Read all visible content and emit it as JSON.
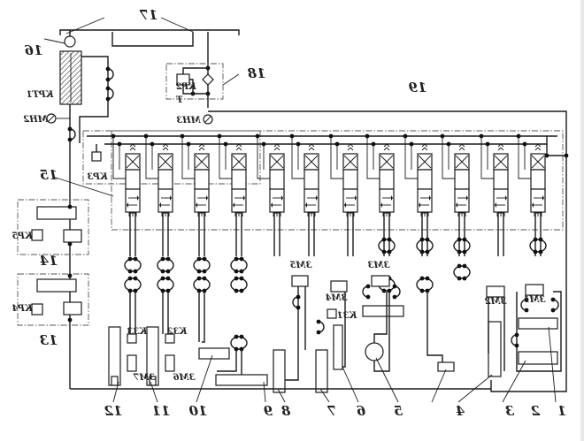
{
  "diagram": {
    "title": "Hydraulic circuit schematic (mirrored)",
    "mirrored": true,
    "callouts": [
      "1",
      "2",
      "3",
      "4",
      "5",
      "6",
      "7",
      "8",
      "9",
      "10",
      "11",
      "12",
      "13",
      "14",
      "15",
      "16",
      "17",
      "18",
      "19"
    ],
    "component_tags": {
      "KPT1": "KPT1",
      "KP2": "KP2",
      "KP3": "KP3",
      "KP4": "KP4",
      "KP5": "KP5",
      "MH2": "MH2",
      "MH3": "MH3",
      "T": "T",
      "K31": "K31",
      "K32": "K32",
      "K33": "K33",
      "EM1": "3M1",
      "EM2": "3M2",
      "EM3": "3M3",
      "EM4": "3M4",
      "EM5": "3M5",
      "EM6": "3M6",
      "EM7": "3M7"
    },
    "valve_bank": {
      "count": 12,
      "top_symbol": "spring",
      "bottom_symbol": "solenoid"
    },
    "colors": {
      "line": "#1a1a1a",
      "background": "#ffffff",
      "dashed_boundary": "#555555"
    }
  }
}
